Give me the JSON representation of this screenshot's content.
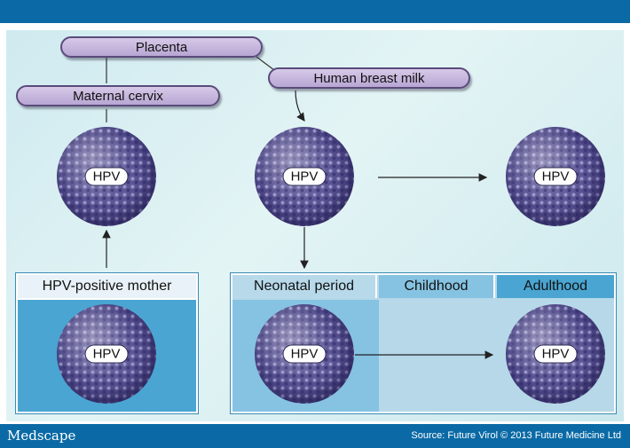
{
  "diagram": {
    "sources": {
      "placenta": "Placenta",
      "maternal_cervix": "Maternal cervix",
      "breast_milk": "Human breast milk"
    },
    "virus_label": "HPV",
    "mother_label": "HPV-positive mother",
    "stages": [
      "Neonatal period",
      "Childhood",
      "Adulthood"
    ]
  },
  "footer": {
    "brand": "Medscape",
    "source": "Source: Future Virol © 2013 Future Medicine Ltd"
  },
  "colors": {
    "header_bar": "#0b6aa5",
    "pill_fill": "#c3b4dc",
    "box_dark": "#4aa5d2",
    "box_medium": "#86c3e2",
    "box_light": "#b6d8e8",
    "virus": "#5a5596"
  }
}
